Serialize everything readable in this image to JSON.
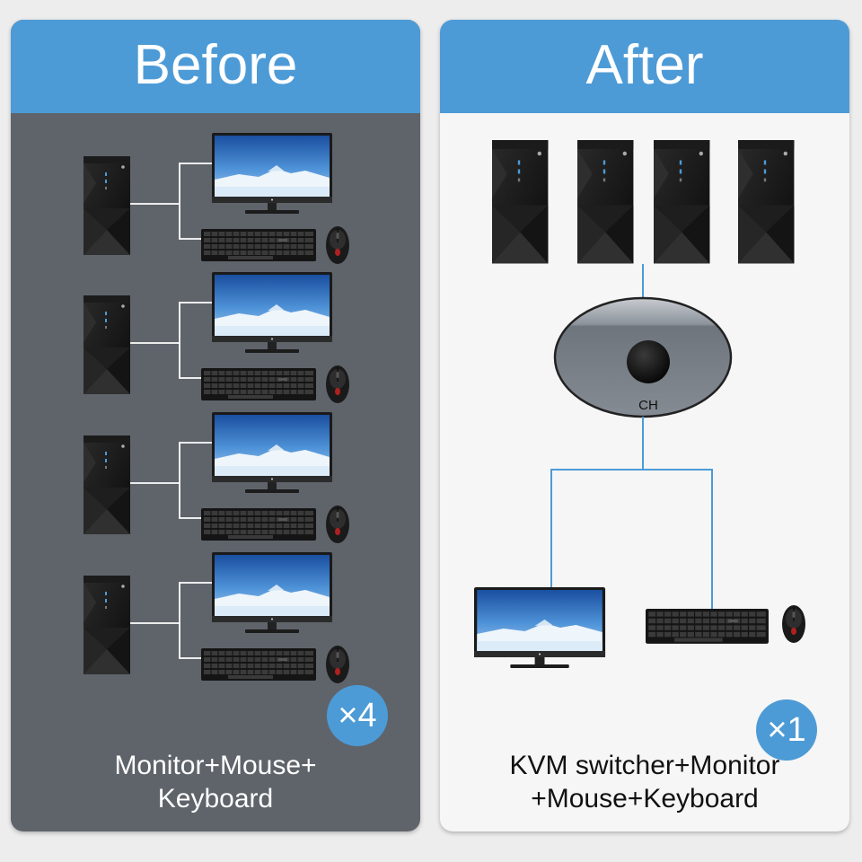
{
  "before": {
    "title": "Before",
    "multiplier": "×4",
    "caption_line1": "Monitor+Mouse+",
    "caption_line2": "Keyboard"
  },
  "after": {
    "title": "After",
    "multiplier": "×1",
    "switch_button_label": "CH",
    "caption_line1": "KVM switcher+Monitor",
    "caption_line2": "+Mouse+Keyboard"
  },
  "colors": {
    "accent_blue": "#4d9bd6",
    "before_bg": "#5f646b",
    "after_bg": "#f6f6f6"
  },
  "icons": [
    "pc-tower-icon",
    "monitor-icon",
    "keyboard-icon",
    "mouse-icon",
    "kvm-switch-icon"
  ]
}
